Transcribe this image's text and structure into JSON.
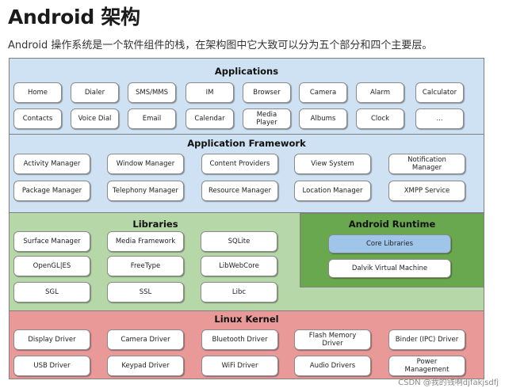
{
  "page": {
    "title": "Android 架构",
    "intro": "Android 操作系统是一个软件组件的栈，在架构图中它大致可以分为五个部分和四个主要层。",
    "watermark": "CSDN @我的钱啊djfakjsdfj"
  },
  "colors": {
    "applications_bg": "#cfe2f3",
    "framework_bg": "#cfe2f3",
    "libraries_bg": "#b6d7a8",
    "runtime_bg": "#6aa84f",
    "kernel_bg": "#ea9999",
    "core_libraries_bg": "#9fc5e8",
    "border": "#7f7f7f"
  },
  "layers": {
    "applications": {
      "title": "Applications",
      "items": [
        "Home",
        "Dialer",
        "SMS/MMS",
        "IM",
        "Browser",
        "Camera",
        "Alarm",
        "Calculator",
        "Contacts",
        "Voice Dial",
        "Email",
        "Calendar",
        "Media\nPlayer",
        "Albums",
        "Clock",
        "..."
      ]
    },
    "framework": {
      "title": "Application Framework",
      "items": [
        "Activity Manager",
        "Window Manager",
        "Content Providers",
        "View System",
        "Notification\nManager",
        "Package Manager",
        "Telephony Manager",
        "Resource Manager",
        "Location Manager",
        "XMPP Service"
      ]
    },
    "libraries": {
      "title": "Libraries",
      "items": [
        "Surface Manager",
        "Media Framework",
        "SQLite",
        "OpenGL|ES",
        "FreeType",
        "LibWebCore",
        "SGL",
        "SSL",
        "Libc"
      ]
    },
    "runtime": {
      "title": "Android Runtime",
      "items": [
        "Core Libraries",
        "Dalvik Virtual Machine"
      ]
    },
    "kernel": {
      "title": "Linux Kernel",
      "items": [
        "Display Driver",
        "Camera Driver",
        "Bluetooth Driver",
        "Flash Memory\nDriver",
        "Binder (IPC) Driver",
        "USB Driver",
        "Keypad Driver",
        "WiFi Driver",
        "Audio Drivers",
        "Power\nManagement"
      ]
    }
  }
}
